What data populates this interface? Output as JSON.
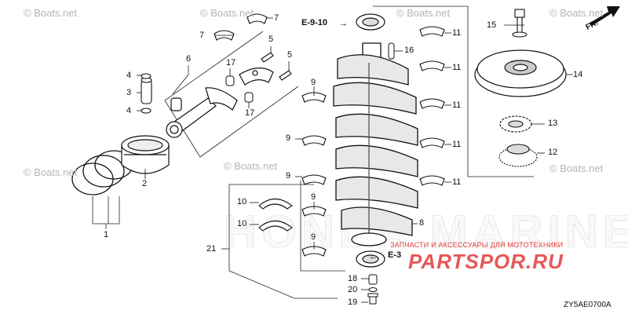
{
  "watermarks": [
    "© Boats.net",
    "© Boats.net",
    "© Boats.net",
    "© Boats.net",
    "© Boats.net",
    "© Boats.net",
    "© Boats.net"
  ],
  "direction_label": "FR.",
  "references": [
    "E-9-10",
    "E-3"
  ],
  "diagram_code": "ZY5AE0700A",
  "part_numbers": [
    "1",
    "2",
    "3",
    "4",
    "4",
    "5",
    "5",
    "6",
    "7",
    "7",
    "8",
    "9",
    "9",
    "9",
    "9",
    "9",
    "10",
    "10",
    "11",
    "11",
    "11",
    "11",
    "11",
    "12",
    "13",
    "14",
    "15",
    "16",
    "17",
    "17",
    "18",
    "19",
    "20",
    "21"
  ],
  "store_banner": {
    "tagline": "ЗАПЧАСТИ И АКСЕССУАРЫ ДЛЯ МОТОТЕХНИКИ",
    "name": "PARTSPOR.RU"
  },
  "background_logo_text": "HONDA MARINE"
}
